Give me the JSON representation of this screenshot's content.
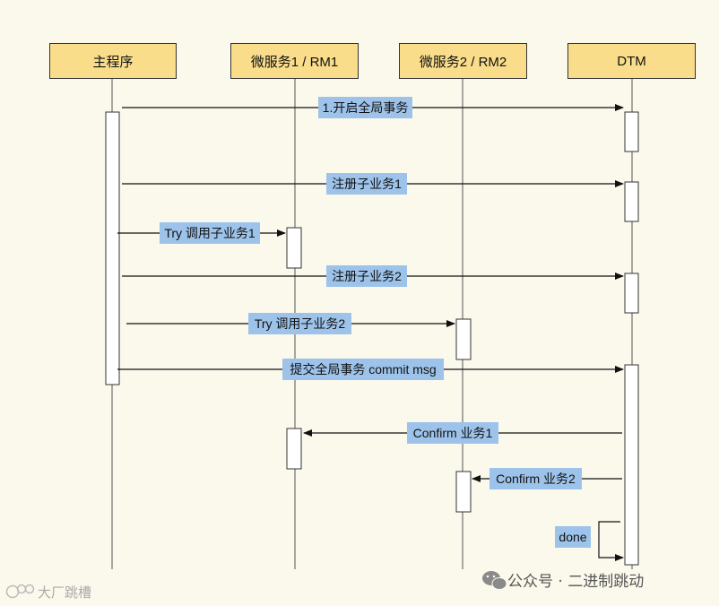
{
  "actors": {
    "main": "主程序",
    "rm1": "微服务1 / RM1",
    "rm2": "微服务2 / RM2",
    "dtm": "DTM"
  },
  "messages": {
    "m1": "1.开启全局事务",
    "m2": "注册子业务1",
    "m3": "Try 调用子业务1",
    "m4": "注册子业务2",
    "m5": "Try 调用子业务2",
    "m6": "提交全局事务 commit msg",
    "m7": "Confirm 业务1",
    "m8": "Confirm 业务2",
    "m9": "done"
  },
  "footer": {
    "brand": "公众号 · 二进制跳动",
    "watermark": "大厂跳槽"
  }
}
